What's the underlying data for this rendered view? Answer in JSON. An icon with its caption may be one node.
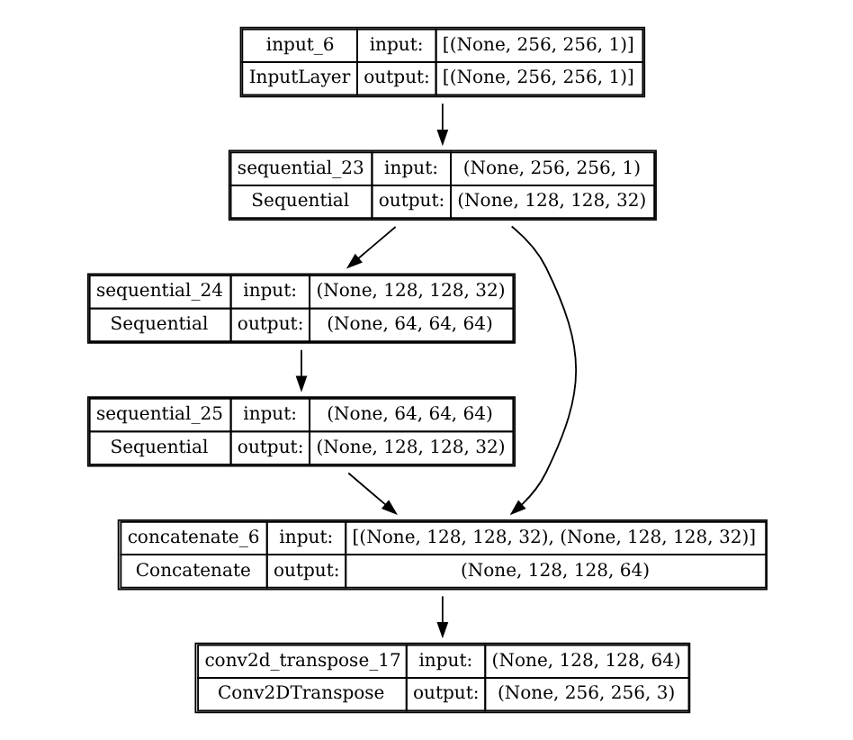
{
  "diagram": {
    "nodes": [
      {
        "text": [
          "input_6",
          "input:",
          "[(None, 256, 256, 1)]",
          "InputLayer",
          "output:",
          "[(None, 256, 256, 1)]"
        ]
      },
      {
        "text": [
          "sequential_23",
          "input:",
          "(None, 256, 256, 1)",
          "Sequential",
          "output:",
          "(None, 128, 128, 32)"
        ]
      },
      {
        "text": [
          "sequential_24",
          "input:",
          "(None, 128, 128, 32)",
          "Sequential",
          "output:",
          "(None, 64, 64, 64)"
        ]
      },
      {
        "text": [
          "sequential_25",
          "input:",
          "(None, 64, 64, 64)",
          "Sequential",
          "output:",
          "(None, 128, 128, 32)"
        ]
      },
      {
        "text": [
          "concatenate_6",
          "input:",
          "[(None, 128, 128, 32), (None, 128, 128, 32)]",
          "Concatenate",
          "output:",
          "(None, 128, 128, 64)"
        ]
      },
      {
        "text": [
          "conv2d_transpose_17",
          "input:",
          "(None, 128, 128, 64)",
          "Conv2DTranspose",
          "output:",
          "(None, 256, 256, 3)"
        ]
      }
    ],
    "edges": [
      {
        "from": 0,
        "to": 1,
        "arrow": "to"
      },
      {
        "from": 1,
        "to": 2,
        "arrow": "to"
      },
      {
        "from": 2,
        "to": 3,
        "arrow": "to"
      },
      {
        "from": 3,
        "to": 4,
        "arrow": "to"
      },
      {
        "from": 1,
        "to": 4,
        "arrow": "to"
      },
      {
        "from": 4,
        "to": 5,
        "arrow": "to"
      }
    ]
  }
}
